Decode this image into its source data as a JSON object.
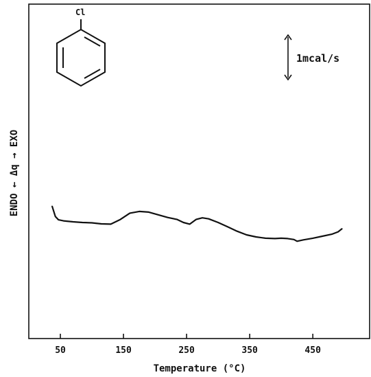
{
  "chart_data": {
    "type": "line",
    "title": "",
    "xlabel": "Temperature (°C)",
    "ylabel": "ENDO ← Δq → EXO",
    "xlim": [
      0,
      540
    ],
    "ylim": [
      0,
      100
    ],
    "x_ticks": [
      50,
      150,
      250,
      350,
      450
    ],
    "x_tick_labels": [
      "50",
      "150",
      "250",
      "350",
      "450"
    ],
    "grid": false,
    "legend": null,
    "scale_bar_label": "1mcal/s",
    "structure_label": "Cl",
    "series": [
      {
        "x": [
          37,
          42,
          47,
          55,
          70,
          85,
          100,
          115,
          130,
          145,
          160,
          175,
          190,
          205,
          220,
          235,
          245,
          255,
          265,
          275,
          285,
          300,
          315,
          330,
          345,
          360,
          375,
          390,
          400,
          410,
          420,
          425,
          435,
          450,
          465,
          480,
          490,
          496
        ],
        "y": [
          39.5,
          36.5,
          35.5,
          35.2,
          34.9,
          34.7,
          34.6,
          34.3,
          34.2,
          35.6,
          37.5,
          38.0,
          37.8,
          37.0,
          36.2,
          35.6,
          34.7,
          34.2,
          35.6,
          36.1,
          35.8,
          34.7,
          33.4,
          32.1,
          31.0,
          30.4,
          30.0,
          29.9,
          30.0,
          29.9,
          29.6,
          29.1,
          29.5,
          30.0,
          30.6,
          31.2,
          31.9,
          32.8
        ]
      }
    ]
  },
  "colors": {
    "line": "#111111",
    "background": "#ffffff"
  }
}
